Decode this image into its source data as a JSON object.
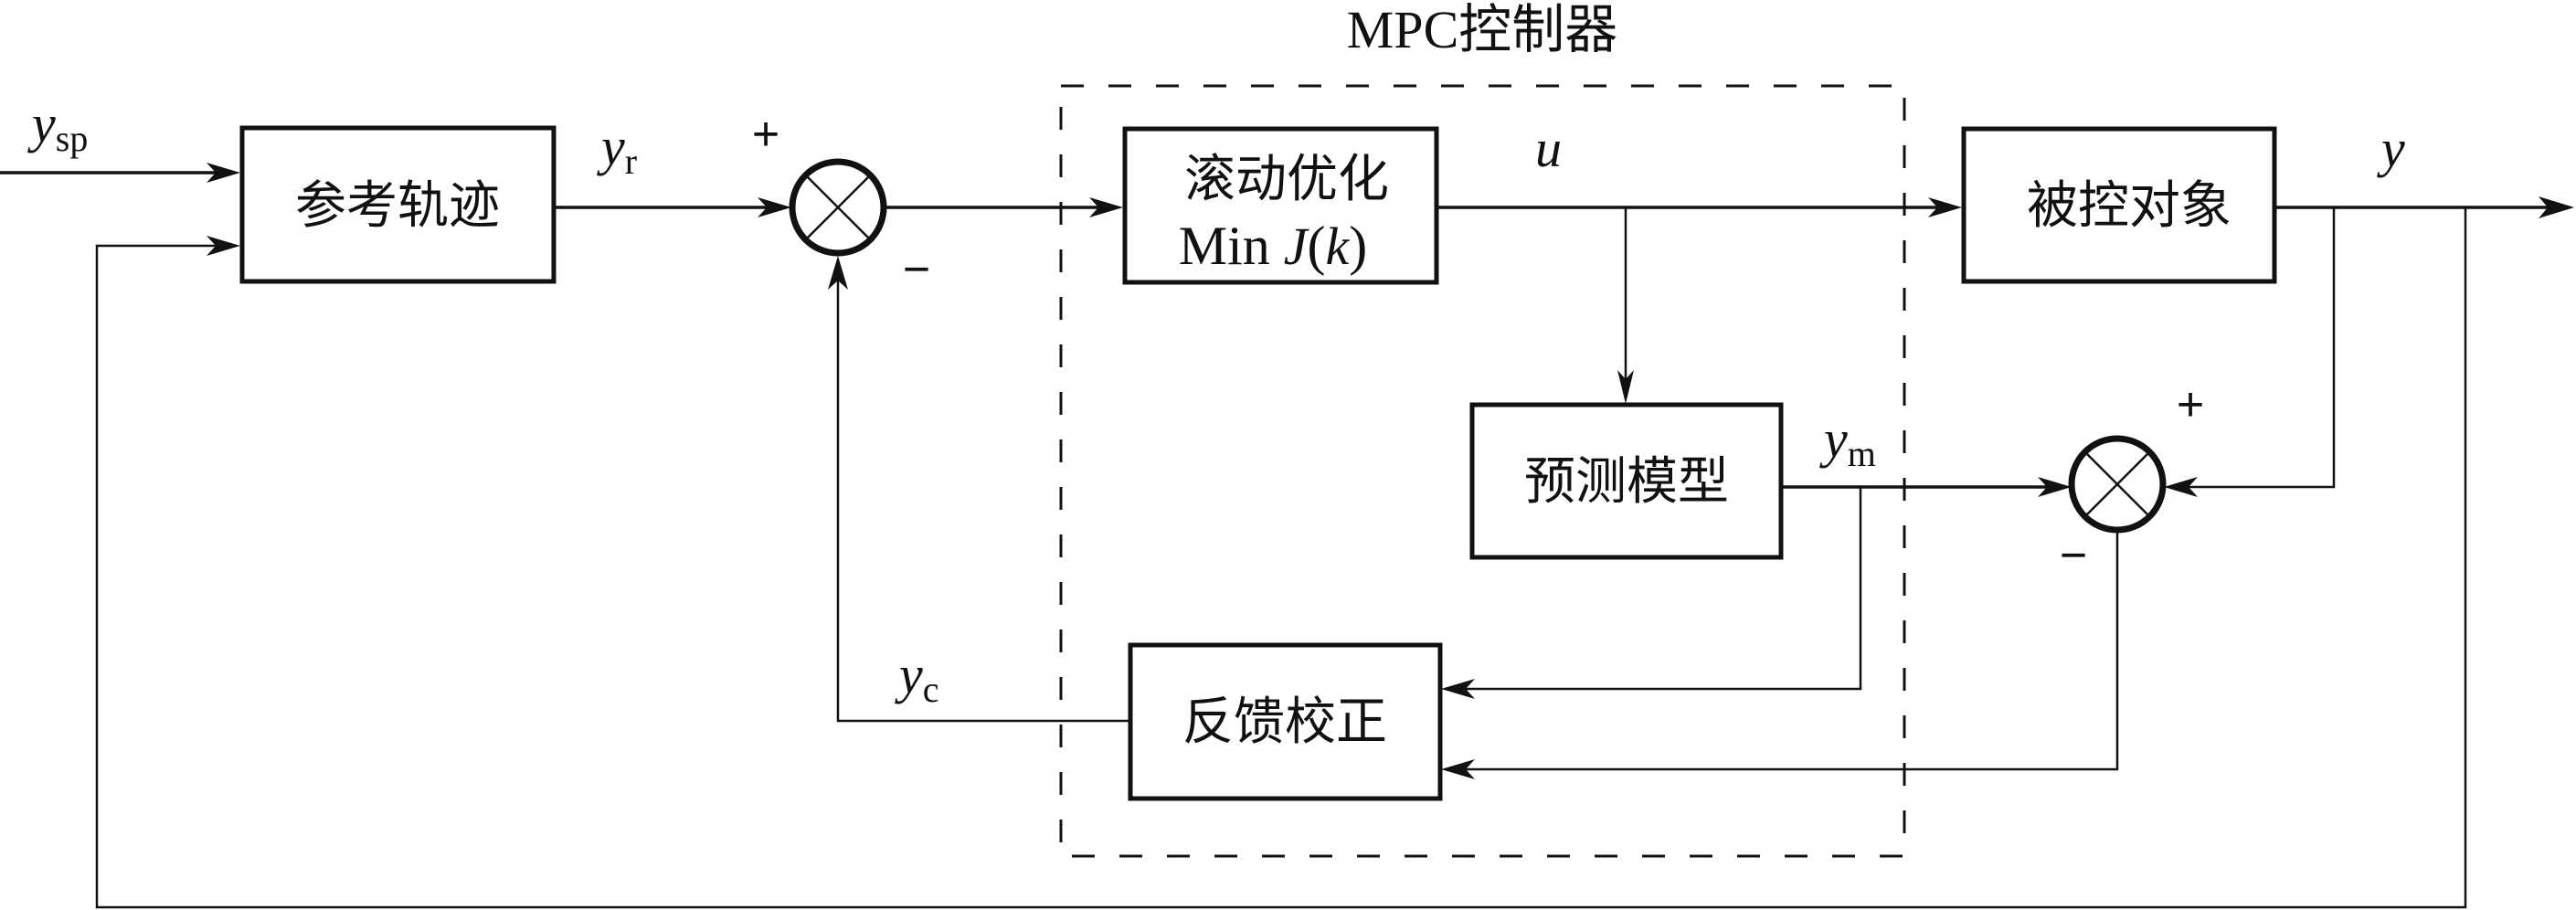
{
  "diagram": {
    "title": "MPC控制器",
    "blocks": {
      "reference_trajectory": "参考轨迹",
      "rolling_optimization": "滚动优化",
      "rolling_optimization_formula_prefix": "Min ",
      "rolling_optimization_formula_J": "J",
      "rolling_optimization_formula_open": "(",
      "rolling_optimization_formula_k": "k",
      "rolling_optimization_formula_close": ")",
      "plant": "被控对象",
      "prediction_model": "预测模型",
      "feedback_correction": "反馈校正"
    },
    "signals": {
      "setpoint": {
        "base": "y",
        "sub": "sp"
      },
      "reference": {
        "base": "y",
        "sub": "r"
      },
      "control": {
        "base": "u"
      },
      "output": {
        "base": "y"
      },
      "model_output": {
        "base": "y",
        "sub": "m"
      },
      "corrected": {
        "base": "y",
        "sub": "c"
      }
    },
    "summing_junctions": {
      "sum1": {
        "plus": "+",
        "minus": "−"
      },
      "sum2": {
        "plus": "+",
        "minus": "−"
      }
    }
  }
}
